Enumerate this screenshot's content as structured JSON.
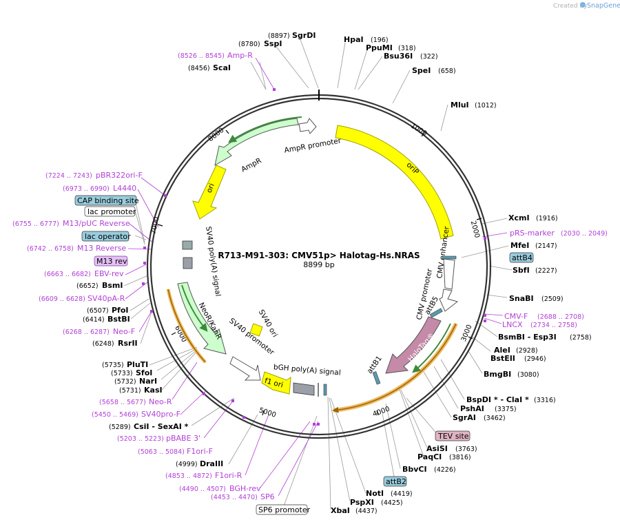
{
  "watermark": {
    "prefix": "Created by",
    "brand": "SnapGene"
  },
  "plasmid": {
    "name": "R713-M91-303: CMV51p> Halotag-Hs.NRAS",
    "length_label": "8899 bp"
  },
  "ticks": [
    "1000",
    "2000",
    "3000",
    "4000",
    "5000",
    "6000",
    "7000",
    "8000"
  ],
  "sites": {
    "SgrDI": {
      "name": "SgrDI",
      "pos": "(8897)"
    },
    "SspI": {
      "name": "SspI",
      "pos": "(8780)"
    },
    "ScaI": {
      "name": "ScaI",
      "pos": "(8456)"
    },
    "HpaI": {
      "name": "HpaI",
      "pos": "(196)"
    },
    "PpuMI": {
      "name": "PpuMI",
      "pos": "(318)"
    },
    "Bsu36I": {
      "name": "Bsu36I",
      "pos": "(322)"
    },
    "SpeI": {
      "name": "SpeI",
      "pos": "(658)"
    },
    "MluI": {
      "name": "MluI",
      "pos": "(1012)"
    },
    "XcmI": {
      "name": "XcmI",
      "pos": "(1916)"
    },
    "MfeI": {
      "name": "MfeI",
      "pos": "(2147)"
    },
    "SbfI": {
      "name": "SbfI",
      "pos": "(2227)"
    },
    "SnaBI": {
      "name": "SnaBI",
      "pos": "(2509)"
    },
    "BsmBI": {
      "name": "BsmBI  - Esp3I",
      "pos": "(2758)"
    },
    "AleI": {
      "name": "AleI",
      "pos": "(2928)"
    },
    "BstEII": {
      "name": "BstEII",
      "pos": "(2946)"
    },
    "BmgBI": {
      "name": "BmgBI",
      "pos": "(3080)"
    },
    "BspDI": {
      "name": "BspDI *  - ClaI *",
      "pos": "(3316)"
    },
    "PshAI": {
      "name": "PshAI",
      "pos": "(3375)"
    },
    "SgrAI": {
      "name": "SgrAI",
      "pos": "(3462)"
    },
    "AsiSI": {
      "name": "AsiSI",
      "pos": "(3763)"
    },
    "PaqCI": {
      "name": "PaqCI",
      "pos": "(3816)"
    },
    "BbvCI": {
      "name": "BbvCI",
      "pos": "(4226)"
    },
    "NotI": {
      "name": "NotI",
      "pos": "(4419)"
    },
    "PspXI": {
      "name": "PspXI",
      "pos": "(4425)"
    },
    "XbaI": {
      "name": "XbaI",
      "pos": "(4437)"
    },
    "DraIII": {
      "name": "DraIII",
      "pos": "(4999)"
    },
    "CsiI": {
      "name": "CsiI  - SexAI *",
      "pos": "(5289)"
    },
    "KasI": {
      "name": "KasI",
      "pos": "(5731)"
    },
    "NarI": {
      "name": "NarI",
      "pos": "(5732)"
    },
    "SfoI": {
      "name": "SfoI",
      "pos": "(5733)"
    },
    "PluTI": {
      "name": "PluTI",
      "pos": "(5735)"
    },
    "RsrII": {
      "name": "RsrII",
      "pos": "(6248)"
    },
    "BstBI": {
      "name": "BstBI",
      "pos": "(6414)"
    },
    "PfoI": {
      "name": "PfoI",
      "pos": "(6507)"
    },
    "BsmI": {
      "name": "BsmI",
      "pos": "(6652)"
    }
  },
  "primers": {
    "AmpR": {
      "name": "Amp-R",
      "range": "(8526 .. 8545)"
    },
    "pBR322ori": {
      "name": "pBR322ori-F",
      "range": "(7224 .. 7243)"
    },
    "L4440": {
      "name": "L4440",
      "range": "(6973 .. 6990)"
    },
    "M13pUC": {
      "name": "M13/pUC Reverse",
      "range": "(6755 .. 6777)"
    },
    "M13Rev": {
      "name": "M13 Reverse",
      "range": "(6742 .. 6758)"
    },
    "EBVrev": {
      "name": "EBV-rev",
      "range": "(6663 .. 6682)"
    },
    "SV40pAR": {
      "name": "SV40pA-R",
      "range": "(6609 .. 6628)"
    },
    "NeoF": {
      "name": "Neo-F",
      "range": "(6268 .. 6287)"
    },
    "NeoR": {
      "name": "Neo-R",
      "range": "(5658 .. 5677)"
    },
    "SV40proF": {
      "name": "SV40pro-F",
      "range": "(5450 .. 5469)"
    },
    "pBABE3": {
      "name": "pBABE 3'",
      "range": "(5203 .. 5223)"
    },
    "F1oriF": {
      "name": "F1ori-F",
      "range": "(5063 .. 5084)"
    },
    "F1oriR": {
      "name": "F1ori-R",
      "range": "(4853 .. 4872)"
    },
    "BGHrev": {
      "name": "BGH-rev",
      "range": "(4490 .. 4507)"
    },
    "SP6": {
      "name": "SP6",
      "range": "(4453 .. 4470)"
    },
    "pRS": {
      "name": "pRS-marker",
      "range": "(2030 .. 2049)"
    },
    "CMVF": {
      "name": "CMV-F",
      "range": "(2688 .. 2708)"
    },
    "LNCX": {
      "name": "LNCX",
      "range": "(2734 .. 2758)"
    }
  },
  "boxes": {
    "CAP": "CAP binding site",
    "lacPromoter": "lac promoter",
    "lacOperator": "lac operator",
    "M13rev": "M13 rev",
    "attB4": "attB4",
    "TEV": "TEV site",
    "attB2": "attB2",
    "SP6promoter": "SP6 promoter"
  },
  "features": {
    "AmpRpromoter": "AmpR promoter",
    "AmpR": "AmpR",
    "oriP": "oriP",
    "ori": "ori",
    "SV40polyA": "SV40 poly(A) signal",
    "NeoKanR": "NeoR/KanR",
    "SV40promoter": "SV40 promoter",
    "SV40ori": "SV40 ori",
    "bGH": "bGH poly(A) signal",
    "f1ori": "f1 ori",
    "CMVenhancer": "CMV enhancer",
    "CMVpromoter": "CMV promoter",
    "attB5": "attB5",
    "attB1": "attB1",
    "HaloTag": "HaloTag®"
  },
  "colors": {
    "backbone": "#333333",
    "yellow": "#ffff00",
    "yellowStroke": "#a0a000",
    "green": "#ccffcc",
    "greenStroke": "#3c8a3c",
    "mauve": "#c48aa8",
    "primer": "#b13fd6",
    "orangeHalo": "#f0b860",
    "boxBlue": "#99ccdd",
    "boxPink": "#e0b4c4",
    "boxPurple": "#e4c0f4"
  }
}
